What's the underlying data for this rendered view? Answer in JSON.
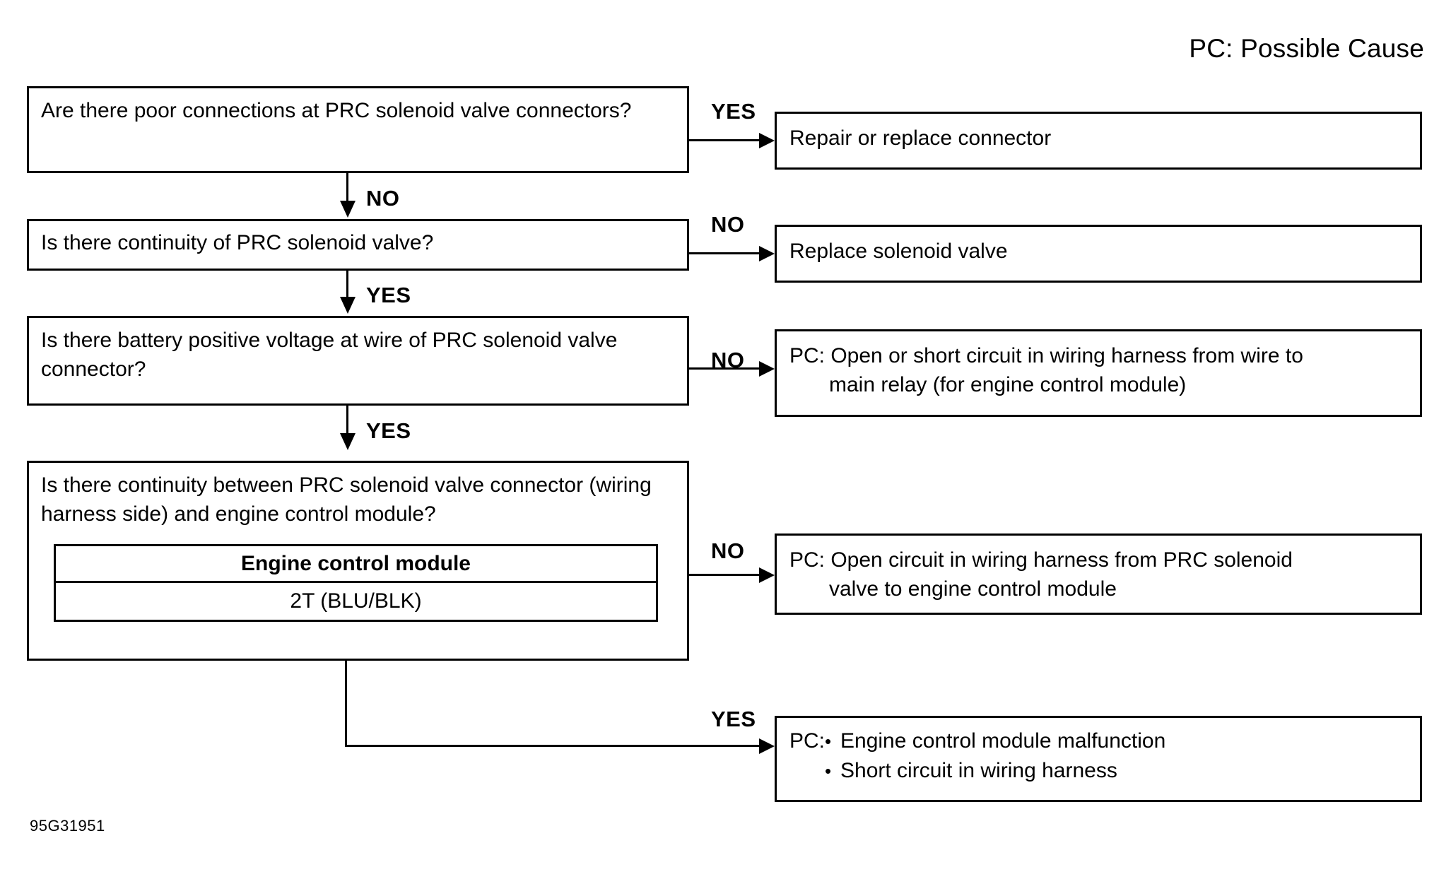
{
  "legend": {
    "title": "PC: Possible Cause"
  },
  "footer": {
    "figure_code": "95G31951"
  },
  "flow": {
    "questions": [
      {
        "id": "q1",
        "text": "Are there poor connections at PRC solenoid valve connectors?"
      },
      {
        "id": "q2",
        "text": "Is there continuity of PRC solenoid valve?"
      },
      {
        "id": "q3",
        "text": "Is there battery positive voltage at wire of PRC solenoid valve connector?"
      },
      {
        "id": "q4",
        "text": "Is there continuity between PRC solenoid valve connector (wiring harness side) and engine control module?",
        "table": {
          "header": "Engine control module",
          "row": "2T (BLU/BLK)"
        }
      }
    ],
    "results": [
      {
        "id": "r1",
        "text": "Repair or replace connector"
      },
      {
        "id": "r2",
        "text": "Replace solenoid valve"
      },
      {
        "id": "r3",
        "line1": "PC: Open or short circuit in wiring harness from wire to",
        "line2": "main relay (for engine control module)"
      },
      {
        "id": "r4",
        "line1": "PC: Open circuit in wiring harness from PRC solenoid",
        "line2": "valve to engine control module"
      },
      {
        "id": "r5",
        "prefix": "PC:",
        "bullets": [
          "Engine control module malfunction",
          "Short circuit in wiring harness"
        ]
      }
    ],
    "edge_labels": {
      "q1_yes": "YES",
      "q1_no": "NO",
      "q2_no": "NO",
      "q2_yes": "YES",
      "q3_no": "NO",
      "q3_yes": "YES",
      "q4_no": "NO",
      "q4_yes": "YES"
    }
  }
}
